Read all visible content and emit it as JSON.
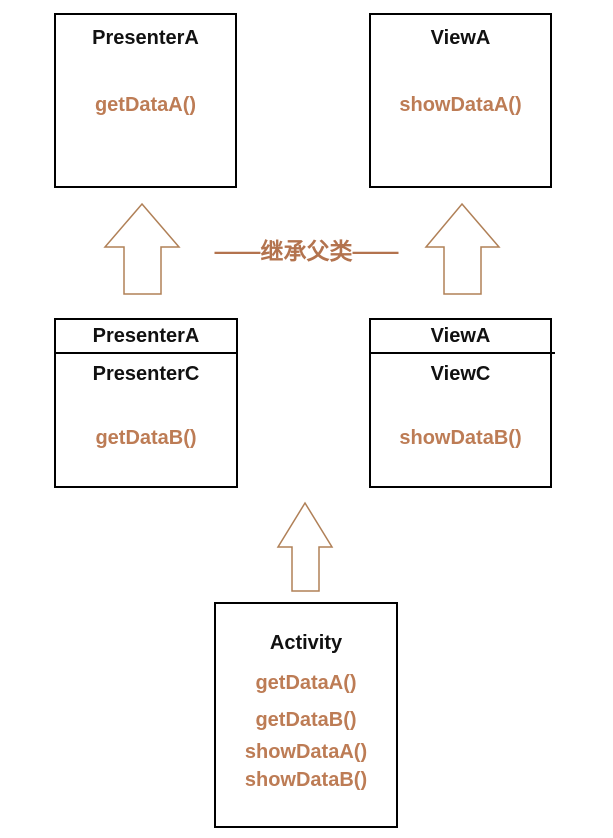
{
  "colors": {
    "accent_text": "#bd7c55",
    "label_color": "#b3734e",
    "arrow_stroke": "#b08057",
    "box_border": "#000000",
    "title_text": "#111111",
    "bg": "#ffffff"
  },
  "diagram": {
    "top_left_box": {
      "title": "PresenterA",
      "method": "getDataA()"
    },
    "top_right_box": {
      "title": "ViewA",
      "method": "showDataA()"
    },
    "mid_left_box": {
      "header": "PresenterA",
      "subtitle": "PresenterC",
      "method": "getDataB()"
    },
    "mid_right_box": {
      "header": "ViewA",
      "subtitle": "ViewC",
      "method": "showDataB()"
    },
    "bottom_box": {
      "title": "Activity",
      "methods": [
        "getDataA()",
        "getDataB()",
        "showDataA()",
        "showDataB()"
      ]
    },
    "inherit_label": "——继承父类——"
  }
}
